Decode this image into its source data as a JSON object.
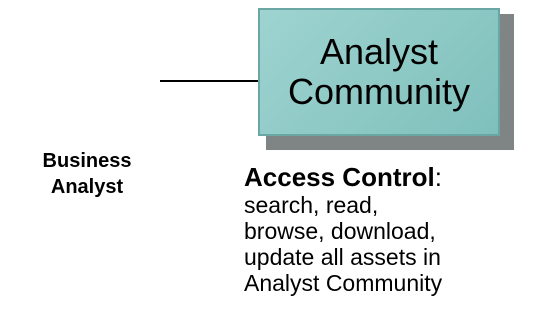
{
  "role": {
    "label_line1": "Business",
    "label_line2": "Analyst"
  },
  "community_box": {
    "title_line1": "Analyst",
    "title_line2": "Community"
  },
  "access_control": {
    "heading": "Access Control",
    "heading_suffix": ":",
    "lines": [
      "search, read,",
      "browse, download,",
      "update all assets in",
      "Analyst Community"
    ]
  },
  "colors": {
    "box_fill": "#9ed3d0",
    "box_shadow": "#7f8585"
  }
}
